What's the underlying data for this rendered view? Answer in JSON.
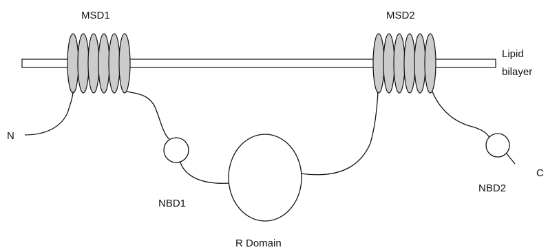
{
  "labels": {
    "msd1": "MSD1",
    "msd2": "MSD2",
    "lipid_line1": "Lipid",
    "lipid_line2": "bilayer",
    "n_terminus": "N",
    "c_terminus": "C",
    "nbd1": "NBD1",
    "nbd2": "NBD2",
    "r_domain": "R Domain"
  },
  "colors": {
    "stroke": "#111111",
    "helix_fill": "#cccccc",
    "membrane_fill": "#ffffff",
    "domain_fill": "#ffffff"
  }
}
